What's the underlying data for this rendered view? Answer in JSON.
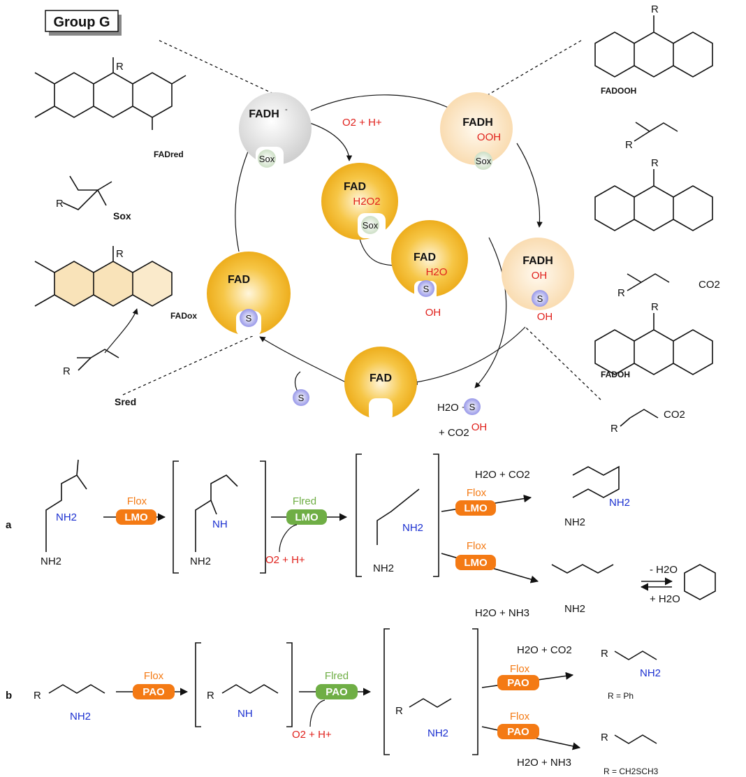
{
  "group_label": "Group G",
  "cycle": {
    "fadh_minus": "FADH",
    "fadh_minus_sup": "-",
    "fad": "FAD",
    "fadh": "FADH",
    "ooh": "OOH",
    "oh": "OH",
    "h2o2": "H2O2",
    "h2o": "H2O",
    "s": "S",
    "sox": "Sox",
    "o2_h": "O2 + H+",
    "release_1": "H2O +",
    "release_2": "+ CO2"
  },
  "structures": {
    "fad_red": "FADred",
    "fad_ox": "FADox",
    "fad_ooh": "FADOOH",
    "fad_oh": "FADOH",
    "s_ox": "Sox",
    "s_red": "Sred",
    "co2": "CO2",
    "r": "R"
  },
  "scheme_a": {
    "label": "a",
    "enzyme": "LMO",
    "fl_ox": "Flox",
    "fl_red": "Flred",
    "o2_h": "O2 + H+",
    "h2o_co2": "H2O + CO2",
    "h2o_nh3": "H2O + NH3",
    "minus_h2o": "- H2O",
    "plus_h2o": "+ H2O",
    "nh2": "NH2",
    "nh": "NH"
  },
  "scheme_b": {
    "label": "b",
    "enzyme": "PAO",
    "fl_ox": "Flox",
    "fl_red": "Flred",
    "o2_h": "O2 + H+",
    "h2o_co2": "H2O + CO2",
    "h2o_nh3": "H2O + NH3",
    "r_ph": "R = Ph",
    "r_ch2sch3": "R = CH2SCH3"
  },
  "colors": {
    "orange": "#f47a14",
    "green": "#6fae45",
    "red": "#e0201b",
    "blue": "#1a2fd0",
    "gold": "#f2b020",
    "pale": "#fbe3c2",
    "grey": "#d8d8d8",
    "s_bubble": "#b9b9f0"
  }
}
